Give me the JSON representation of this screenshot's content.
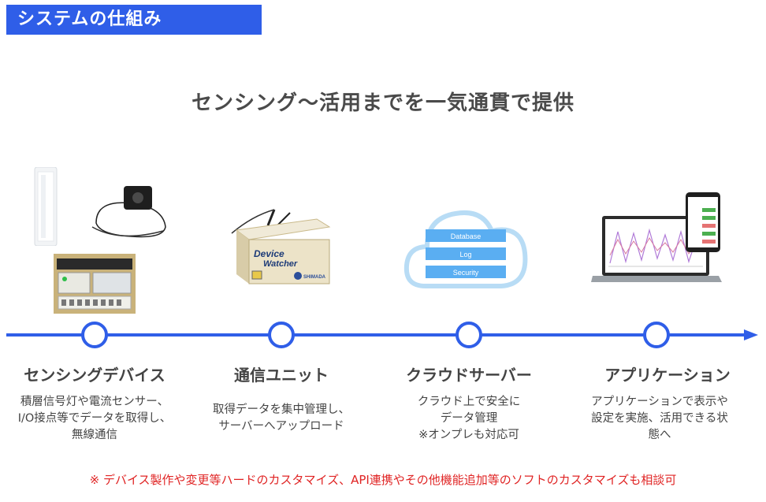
{
  "header": {
    "title": "システムの仕組み"
  },
  "heading": "センシング〜活用までを一気通貫で提供",
  "stages": [
    {
      "title": "センシングデバイス",
      "desc": [
        "積層信号灯や電流センサー、",
        "I/O接点等でデータを取得し、",
        "無線通信"
      ]
    },
    {
      "title": "通信ユニット",
      "desc": [
        "取得データを集中管理し、",
        "サーバーへアップロード"
      ]
    },
    {
      "title": "クラウドサーバー",
      "desc": [
        "クラウド上で安全に",
        "データ管理",
        "※オンプレも対応可"
      ]
    },
    {
      "title": "アプリケーション",
      "desc": [
        "アプリケーションで表示や",
        "設定を実施、活用できる状",
        "態へ"
      ]
    }
  ],
  "device_label": {
    "line1": "Device",
    "line2": "Watcher",
    "brand": "SHIMADA"
  },
  "cloud_layers": [
    "Database",
    "Log",
    "Security"
  ],
  "footer": "※ デバイス製作や変更等ハードのカスタマイズ、API連携やその他機能追加等のソフトのカスタマイズも相談可",
  "colors": {
    "banner": "#2f5ee8",
    "timeline": "#2f5ee8",
    "footer": "#e02424",
    "cloud": "#b8dcf5",
    "cloud_box": "#5aaef2"
  }
}
